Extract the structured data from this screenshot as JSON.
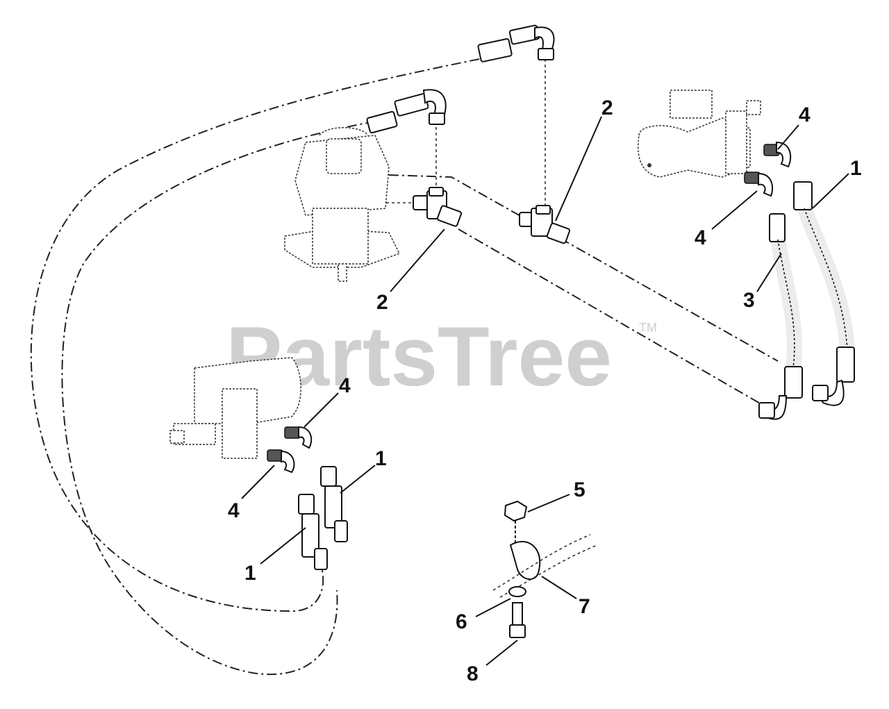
{
  "watermark": {
    "text": "PartsTree",
    "trademark": "TM"
  },
  "callouts": [
    {
      "id": "c-2-top",
      "label": "2"
    },
    {
      "id": "c-2-mid",
      "label": "2"
    },
    {
      "id": "c-4-tr-upper",
      "label": "4"
    },
    {
      "id": "c-4-tr-lower",
      "label": "4"
    },
    {
      "id": "c-1-right",
      "label": "1"
    },
    {
      "id": "c-3",
      "label": "3"
    },
    {
      "id": "c-4-left-upper",
      "label": "4"
    },
    {
      "id": "c-4-left-lower",
      "label": "4"
    },
    {
      "id": "c-1-left-upper",
      "label": "1"
    },
    {
      "id": "c-1-left-lower",
      "label": "1"
    },
    {
      "id": "c-5",
      "label": "5"
    },
    {
      "id": "c-6",
      "label": "6"
    },
    {
      "id": "c-7",
      "label": "7"
    },
    {
      "id": "c-8",
      "label": "8"
    }
  ]
}
